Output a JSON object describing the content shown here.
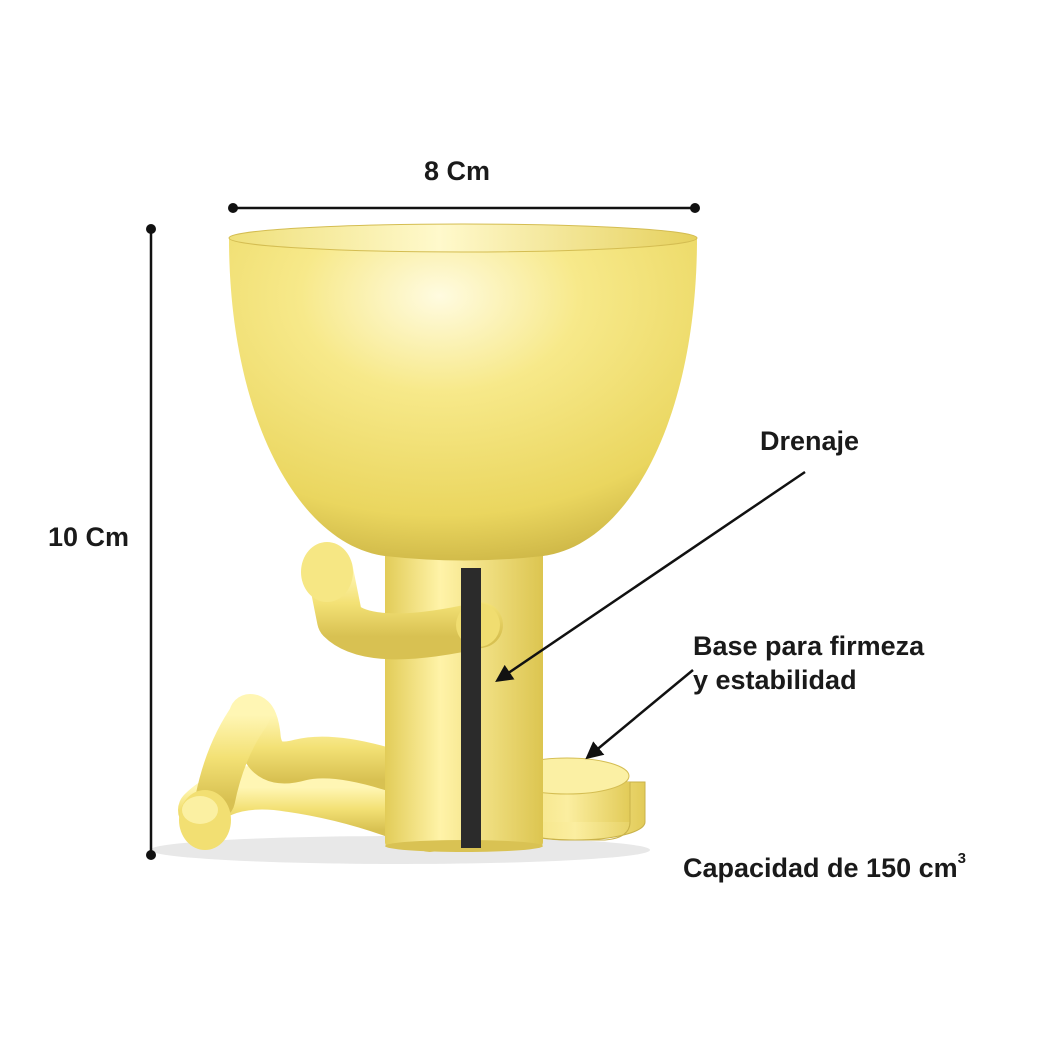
{
  "colors": {
    "pot_light": "#fff7c2",
    "pot_main": "#f3e37a",
    "pot_shadow": "#cdb646",
    "drain_stripe": "#2b2b2b",
    "annotation": "#111111"
  },
  "labels": {
    "width": "8 Cm",
    "height": "10 Cm",
    "drainage": "Drenaje",
    "base_line1": "Base para firmeza",
    "base_line2": "y estabilidad",
    "capacity": "Capacidad de 150 cm",
    "capacity_exponent": "3"
  }
}
